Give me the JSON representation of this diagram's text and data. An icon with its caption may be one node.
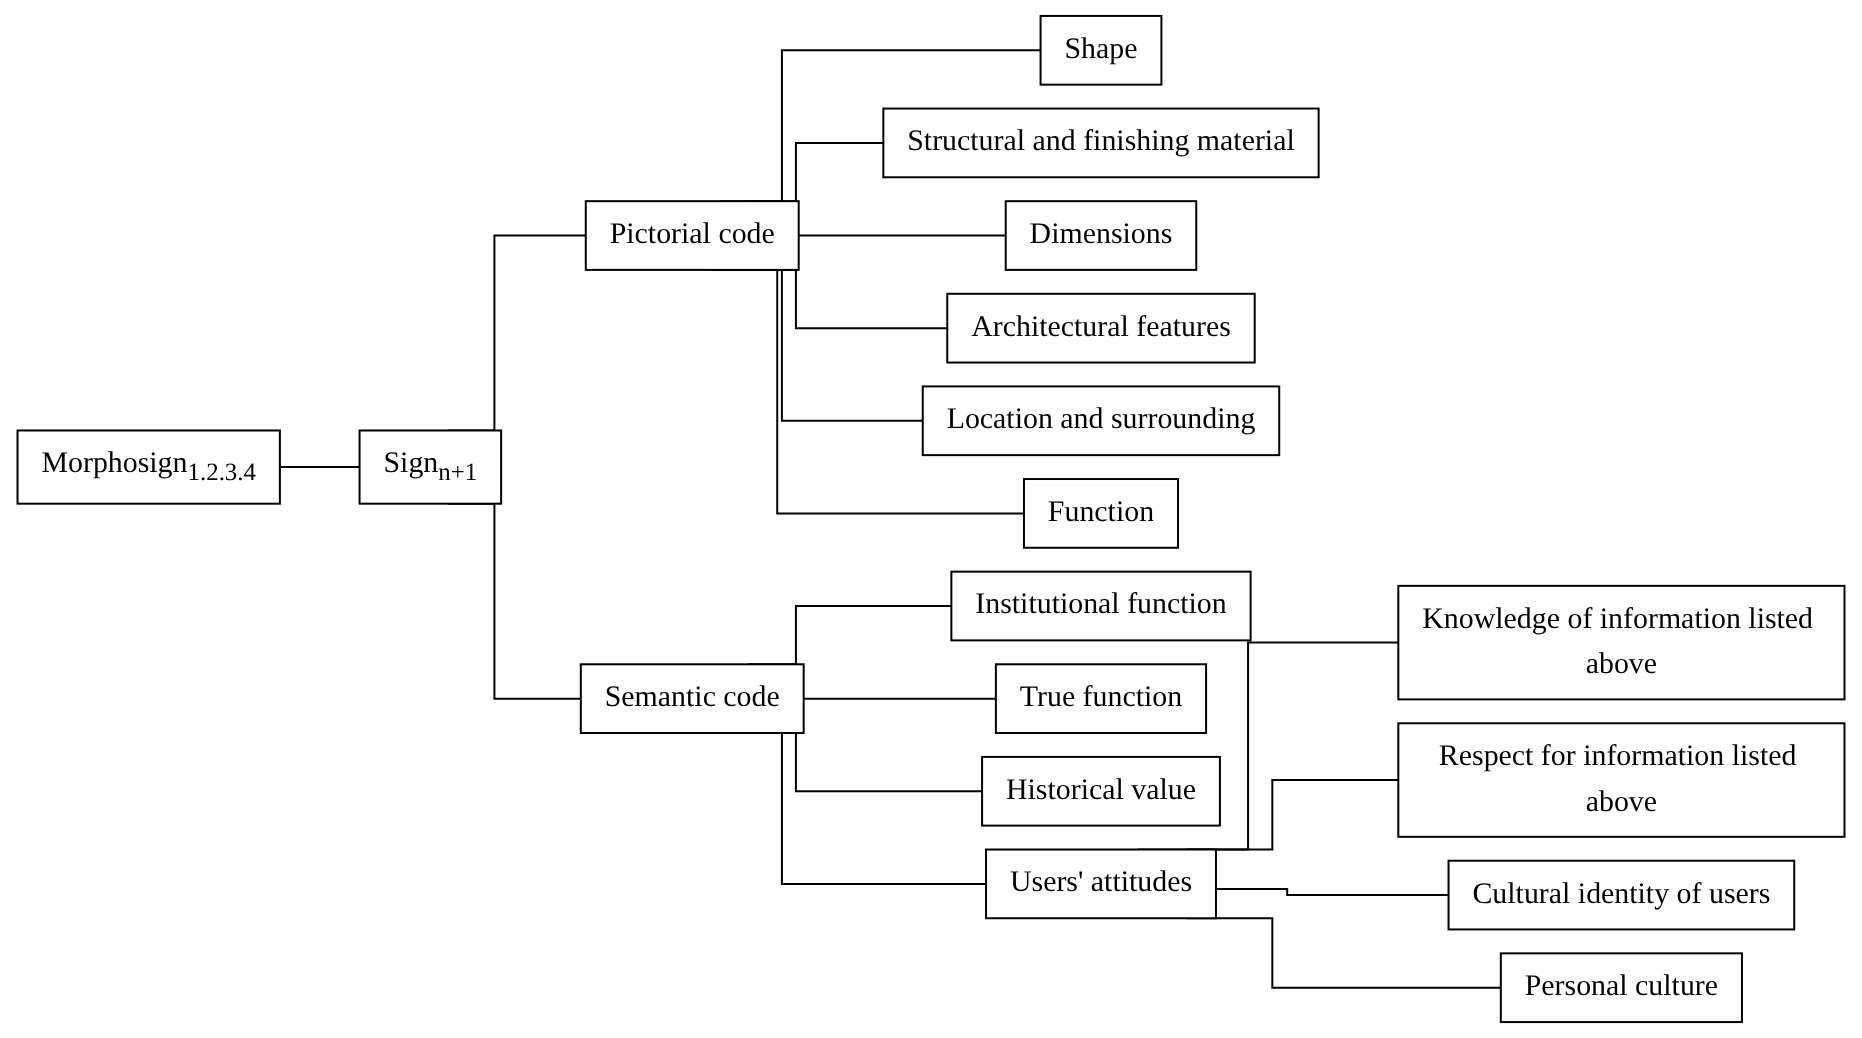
{
  "diagram": {
    "nodes": [
      {
        "text": [
          "Morphosign$_{1.2.3.4}$"
        ]
      },
      {
        "text": [
          "Sign$_{n+1}$"
        ]
      },
      {
        "text": [
          "Pictorial code"
        ]
      },
      {
        "text": [
          "Semantic code"
        ]
      },
      {
        "text": [
          "Shape"
        ]
      },
      {
        "text": [
          "Structural and finishing material"
        ]
      },
      {
        "text": [
          "Dimensions"
        ]
      },
      {
        "text": [
          "Architectural features"
        ]
      },
      {
        "text": [
          "Location and surrounding"
        ]
      },
      {
        "text": [
          "Function"
        ]
      },
      {
        "text": [
          "Institutional function"
        ]
      },
      {
        "text": [
          "True function"
        ]
      },
      {
        "text": [
          "Historical value"
        ]
      },
      {
        "text": [
          "Users' attitudes"
        ]
      },
      {
        "text": [
          "Knowledge of information listed above"
        ]
      },
      {
        "text": [
          "Respect for information listed above"
        ]
      },
      {
        "text": [
          "Cultural identity of users"
        ]
      },
      {
        "text": [
          "Personal culture"
        ]
      }
    ],
    "edges": [
      {
        "from": 0,
        "to": 1,
        "arrow": "none"
      },
      {
        "from": 1,
        "to": 2,
        "arrow": "none"
      },
      {
        "from": 1,
        "to": 3,
        "arrow": "none"
      },
      {
        "from": 2,
        "to": 4,
        "arrow": "none"
      },
      {
        "from": 2,
        "to": 5,
        "arrow": "none"
      },
      {
        "from": 2,
        "to": 6,
        "arrow": "none"
      },
      {
        "from": 2,
        "to": 7,
        "arrow": "none"
      },
      {
        "from": 2,
        "to": 8,
        "arrow": "none"
      },
      {
        "from": 2,
        "to": 9,
        "arrow": "none"
      },
      {
        "from": 3,
        "to": 10,
        "arrow": "none"
      },
      {
        "from": 3,
        "to": 11,
        "arrow": "none"
      },
      {
        "from": 3,
        "to": 12,
        "arrow": "none"
      },
      {
        "from": 3,
        "to": 13,
        "arrow": "none"
      },
      {
        "from": 13,
        "to": 14,
        "arrow": "none"
      },
      {
        "from": 13,
        "to": 15,
        "arrow": "none"
      },
      {
        "from": 13,
        "to": 16,
        "arrow": "none"
      },
      {
        "from": 13,
        "to": 17,
        "arrow": "none"
      }
    ]
  }
}
